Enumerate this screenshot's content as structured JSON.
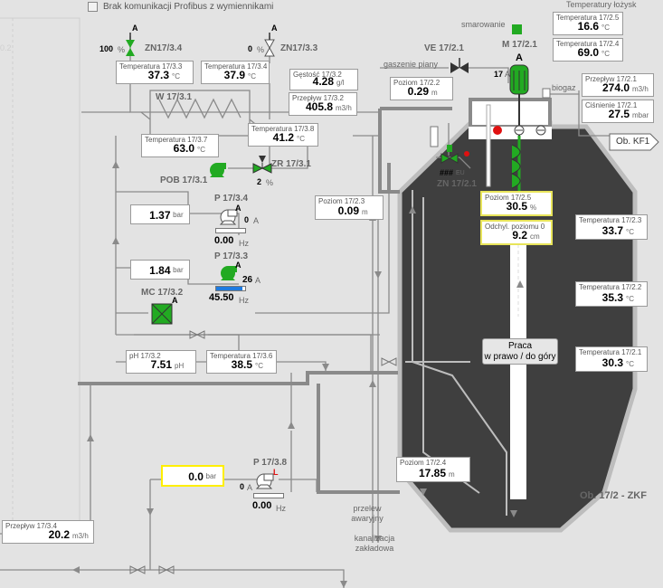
{
  "header": {
    "profibus_warning": "Brak komunikacji Profibus z wymiennikami"
  },
  "valves": {
    "zn17_3_4": {
      "name": "ZN17/3.4",
      "pct": "100",
      "unit": "%",
      "mode": "A"
    },
    "zn17_3_3": {
      "name": "ZN17/3.3",
      "pct": "0",
      "unit": "%",
      "mode": "A"
    },
    "ve17_2_1": {
      "name": "VE 17/2.1"
    },
    "zr17_3_1": {
      "name": "ZR 17/3.1",
      "pct": "2",
      "unit": "%"
    },
    "zn17_2_1": {
      "name": "ZN 17/2.1",
      "readout": "###",
      "unit": "EU"
    }
  },
  "labels": {
    "gaszenie": "gaszenie piany",
    "biogaz": "biogaz",
    "smarowanie": "smarowanie",
    "temp_lozysk": "Temperatury łożysk",
    "w17_3_1": "W 17/3.1",
    "pob": "POB 17/3.1",
    "p17_3_4": "P 17/3.4",
    "p17_3_3": "P 17/3.3",
    "mc17_3_2": "MC 17/3.2",
    "mc_mode": "A",
    "p17_3_8": "P 17/3.8",
    "p17_3_8_mode": "L",
    "m17_2_1": "M 17/2.1",
    "m_current": "17",
    "m_current_unit": "A",
    "m_mode": "A",
    "tank": "Ob. 17/2 - ZKF",
    "kf1": "Ob. KF1",
    "przelew_1": "przelew",
    "przelew_2": "awaryjny",
    "kanal_1": "kanalizacja",
    "kanal_2": "zakładowa",
    "praca_1": "Praca",
    "praca_2": "w prawo / do góry"
  },
  "pumps": {
    "p17_3_4": {
      "mode": "A",
      "current": "0",
      "current_unit": "A",
      "freq": "0.00",
      "freq_unit": "Hz",
      "fill": 0
    },
    "p17_3_3": {
      "mode": "A",
      "current": "26",
      "current_unit": "A",
      "freq": "45.50",
      "freq_unit": "Hz",
      "fill": 0.91
    },
    "p17_3_8": {
      "mode": "L",
      "current": "0",
      "current_unit": "A",
      "freq": "0.00",
      "freq_unit": "Hz",
      "fill": 0
    }
  },
  "boxes": {
    "t17_3_3": {
      "label": "Temperatura 17/3.3",
      "value": "37.3",
      "unit": "°C"
    },
    "t17_3_4": {
      "label": "Temperatura 17/3.4",
      "value": "37.9",
      "unit": "°C"
    },
    "gestosc": {
      "label": "Gęstość 17/3.2",
      "value": "4.28",
      "unit": "g/l"
    },
    "przeplyw17_3_2": {
      "label": "Przepływ 17/3.2",
      "value": "405.8",
      "unit": "m3/h"
    },
    "poziom17_2_2": {
      "label": "Poziom 17/2.2",
      "value": "0.29",
      "unit": "m"
    },
    "t17_2_5": {
      "label": "Temperatura 17/2.5",
      "value": "16.6",
      "unit": "°C"
    },
    "t17_2_4": {
      "label": "Temperatura 17/2.4",
      "value": "69.0",
      "unit": "°C"
    },
    "przeplyw17_2_1": {
      "label": "Przepływ 17/2.1",
      "value": "274.0",
      "unit": "m3/h"
    },
    "cisnienie17_2_1": {
      "label": "Ciśnienie 17/2.1",
      "value": "27.5",
      "unit": "mbar"
    },
    "t17_3_8": {
      "label": "Temperatura 17/3.8",
      "value": "41.2",
      "unit": "°C"
    },
    "t17_3_7": {
      "label": "Temperatura 17/3.7",
      "value": "63.0",
      "unit": "°C"
    },
    "poziom17_2_3": {
      "label": "Poziom 17/2.3",
      "value": "0.09",
      "unit": "m"
    },
    "poziom17_2_5": {
      "label": "Poziom 17/2.5",
      "value": "30.5",
      "unit": "%"
    },
    "odchyl": {
      "label": "Odchyl. poziomu 0",
      "value": "9.2",
      "unit": "cm"
    },
    "t17_2_3": {
      "label": "Temperatura 17/2.3",
      "value": "33.7",
      "unit": "°C"
    },
    "t17_2_2": {
      "label": "Temperatura 17/2.2",
      "value": "35.3",
      "unit": "°C"
    },
    "t17_2_1": {
      "label": "Temperatura 17/2.1",
      "value": "30.3",
      "unit": "°C"
    },
    "ph17_3_2": {
      "label": "pH 17/3.2",
      "value": "7.51",
      "unit": "pH"
    },
    "t17_3_6": {
      "label": "Temperatura 17/3.6",
      "value": "38.5",
      "unit": "°C"
    },
    "poziom17_2_4": {
      "label": "Poziom 17/2.4",
      "value": "17.85",
      "unit": "m"
    },
    "przeplyw17_3_4": {
      "label": "Przepływ 17/3.4",
      "value": "20.2",
      "unit": "m3/h"
    },
    "press_p34": {
      "value": "1.37",
      "unit": "bar"
    },
    "press_p33": {
      "value": "1.84",
      "unit": "bar"
    },
    "press_p38": {
      "value": "0.0",
      "unit": "bar"
    }
  },
  "colors": {
    "pipe": "#8a8a8a",
    "tank": "#3f3f3f",
    "active": "#22aa22",
    "alarm": "#e01010",
    "pump_bar": "#1e7be0"
  }
}
